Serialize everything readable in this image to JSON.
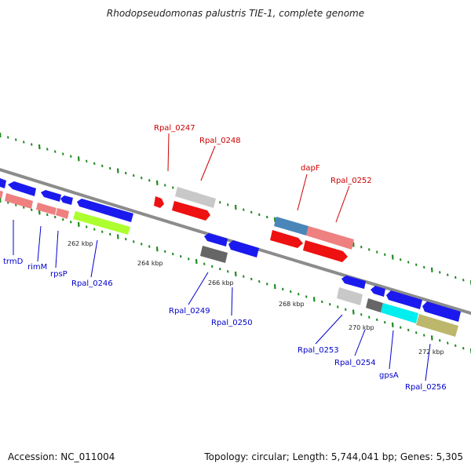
{
  "title": "Rhodopseudomonas palustris TIE-1, complete genome",
  "footer": {
    "accession": "Accession: NC_011004",
    "info": "Topology: circular; Length: 5,744,041 bp; Genes: 5,305"
  },
  "colors": {
    "backbone": "#8c8c8c",
    "tick": "#1f8a1f",
    "label_top": "#cc0000",
    "label_bottom": "#0000cc",
    "leader_top": "#cc0000",
    "leader_bottom": "#0000cc"
  },
  "scale_labels": [
    "262 kbp",
    "264 kbp",
    "266 kbp",
    "268 kbp",
    "270 kbp",
    "272 kbp"
  ],
  "genes": {
    "top_labels": [
      "Rpal_0247",
      "Rpal_0248",
      "dapF",
      "Rpal_0252"
    ],
    "bottom_labels": [
      "trmD",
      "rimM",
      "rpsP",
      "Rpal_0246",
      "Rpal_0249",
      "Rpal_0250",
      "Rpal_0253",
      "Rpal_0254",
      "gpsA",
      "Rpal_0256"
    ],
    "feature_colors": {
      "blue": "#1a1aee",
      "red": "#ee1111",
      "pink": "#ee8080",
      "light_gray": "#c8c8c8",
      "dark_gray": "#666666",
      "steel_blue": "#4a86b8",
      "yellow_green": "#adff2f",
      "cyan": "#00eeee",
      "khaki": "#bdb76b"
    }
  }
}
